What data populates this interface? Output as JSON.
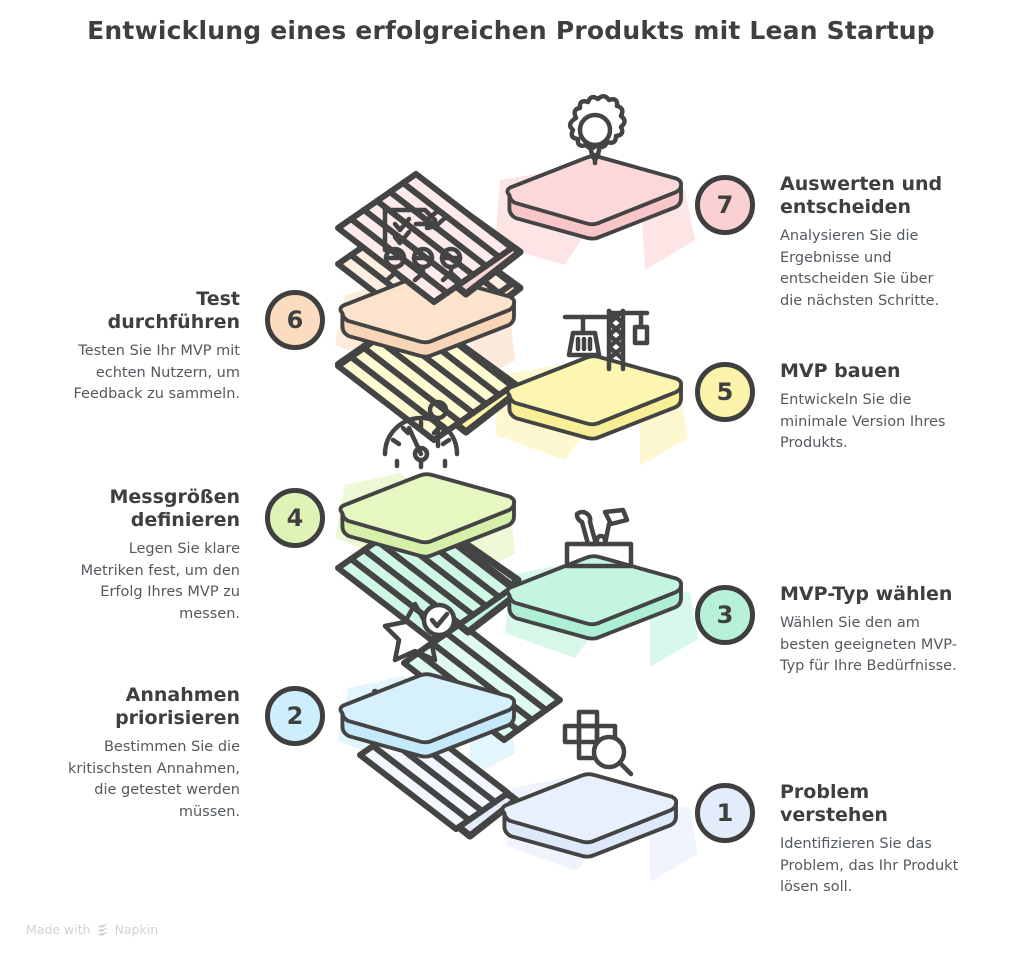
{
  "title": "Entwicklung eines erfolgreichen Produkts mit Lean Startup",
  "watermark": {
    "text_before": "Made with",
    "brand": "Napkin",
    "logo_icon": "napkin-logo-icon"
  },
  "theme": {
    "ink": "#3f3f3f",
    "body_text": "#53595e",
    "background": "#ffffff"
  },
  "steps": [
    {
      "number": "1",
      "title": "Problem verstehen",
      "desc": "Identifizieren Sie das Problem, das Ihr Produkt lösen soll.",
      "side": "right",
      "color": "#e3ecfb",
      "icon": "puzzle-search-icon"
    },
    {
      "number": "2",
      "title": "Annahmen priorisieren",
      "desc": "Bestimmen Sie die kritischsten Annahmen, die getestet werden müssen.",
      "side": "left",
      "color": "#cdeefc",
      "icon": "star-check-icon"
    },
    {
      "number": "3",
      "title": "MVP-Typ wählen",
      "desc": "Wählen Sie den am besten geeigneten MVP-Typ für Ihre Bedürfnisse.",
      "side": "right",
      "color": "#b7f2d8",
      "icon": "toolbox-icon"
    },
    {
      "number": "4",
      "title": "Messgrößen definieren",
      "desc": "Legen Sie klare Metriken fest, um den Erfolg Ihres MVP zu messen.",
      "side": "left",
      "color": "#dff3b6",
      "icon": "gauge-icon"
    },
    {
      "number": "5",
      "title": "MVP bauen",
      "desc": "Entwickeln Sie die minimale Version Ihres Produkts.",
      "side": "right",
      "color": "#fcf3ab",
      "icon": "crane-icon"
    },
    {
      "number": "6",
      "title": "Test durchführen",
      "desc": "Testen Sie Ihr MVP mit echten Nutzern, um Feedback zu sammeln.",
      "side": "left",
      "color": "#fbdcc0",
      "icon": "checklist-people-icon"
    },
    {
      "number": "7",
      "title": "Auswerten und entscheiden",
      "desc": "Analysieren Sie die Ergebnisse und entscheiden Sie über die nächsten Schritte.",
      "side": "right",
      "color": "#fbd0d2",
      "icon": "lightbulb-idea-icon"
    }
  ]
}
